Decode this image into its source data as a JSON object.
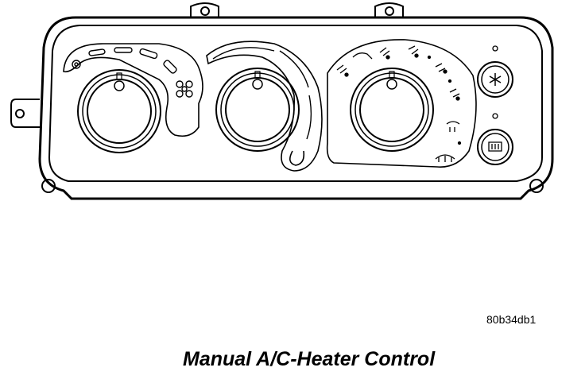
{
  "figure": {
    "reference_code": "80b34db1",
    "caption": "Manual A/C-Heater Control"
  },
  "controls": {
    "knobs": [
      "blower-speed-knob",
      "temperature-knob",
      "mode-knob"
    ],
    "buttons": [
      "ac-button",
      "rear-defrost-button"
    ]
  },
  "icons": [
    "blower-fan-icon",
    "snowflake-icon",
    "rear-defrost-icon",
    "front-defrost-icon",
    "panel-vent-icon",
    "floor-vent-icon",
    "bi-level-icon"
  ],
  "colors": {
    "line": "#000000",
    "background": "#ffffff"
  }
}
